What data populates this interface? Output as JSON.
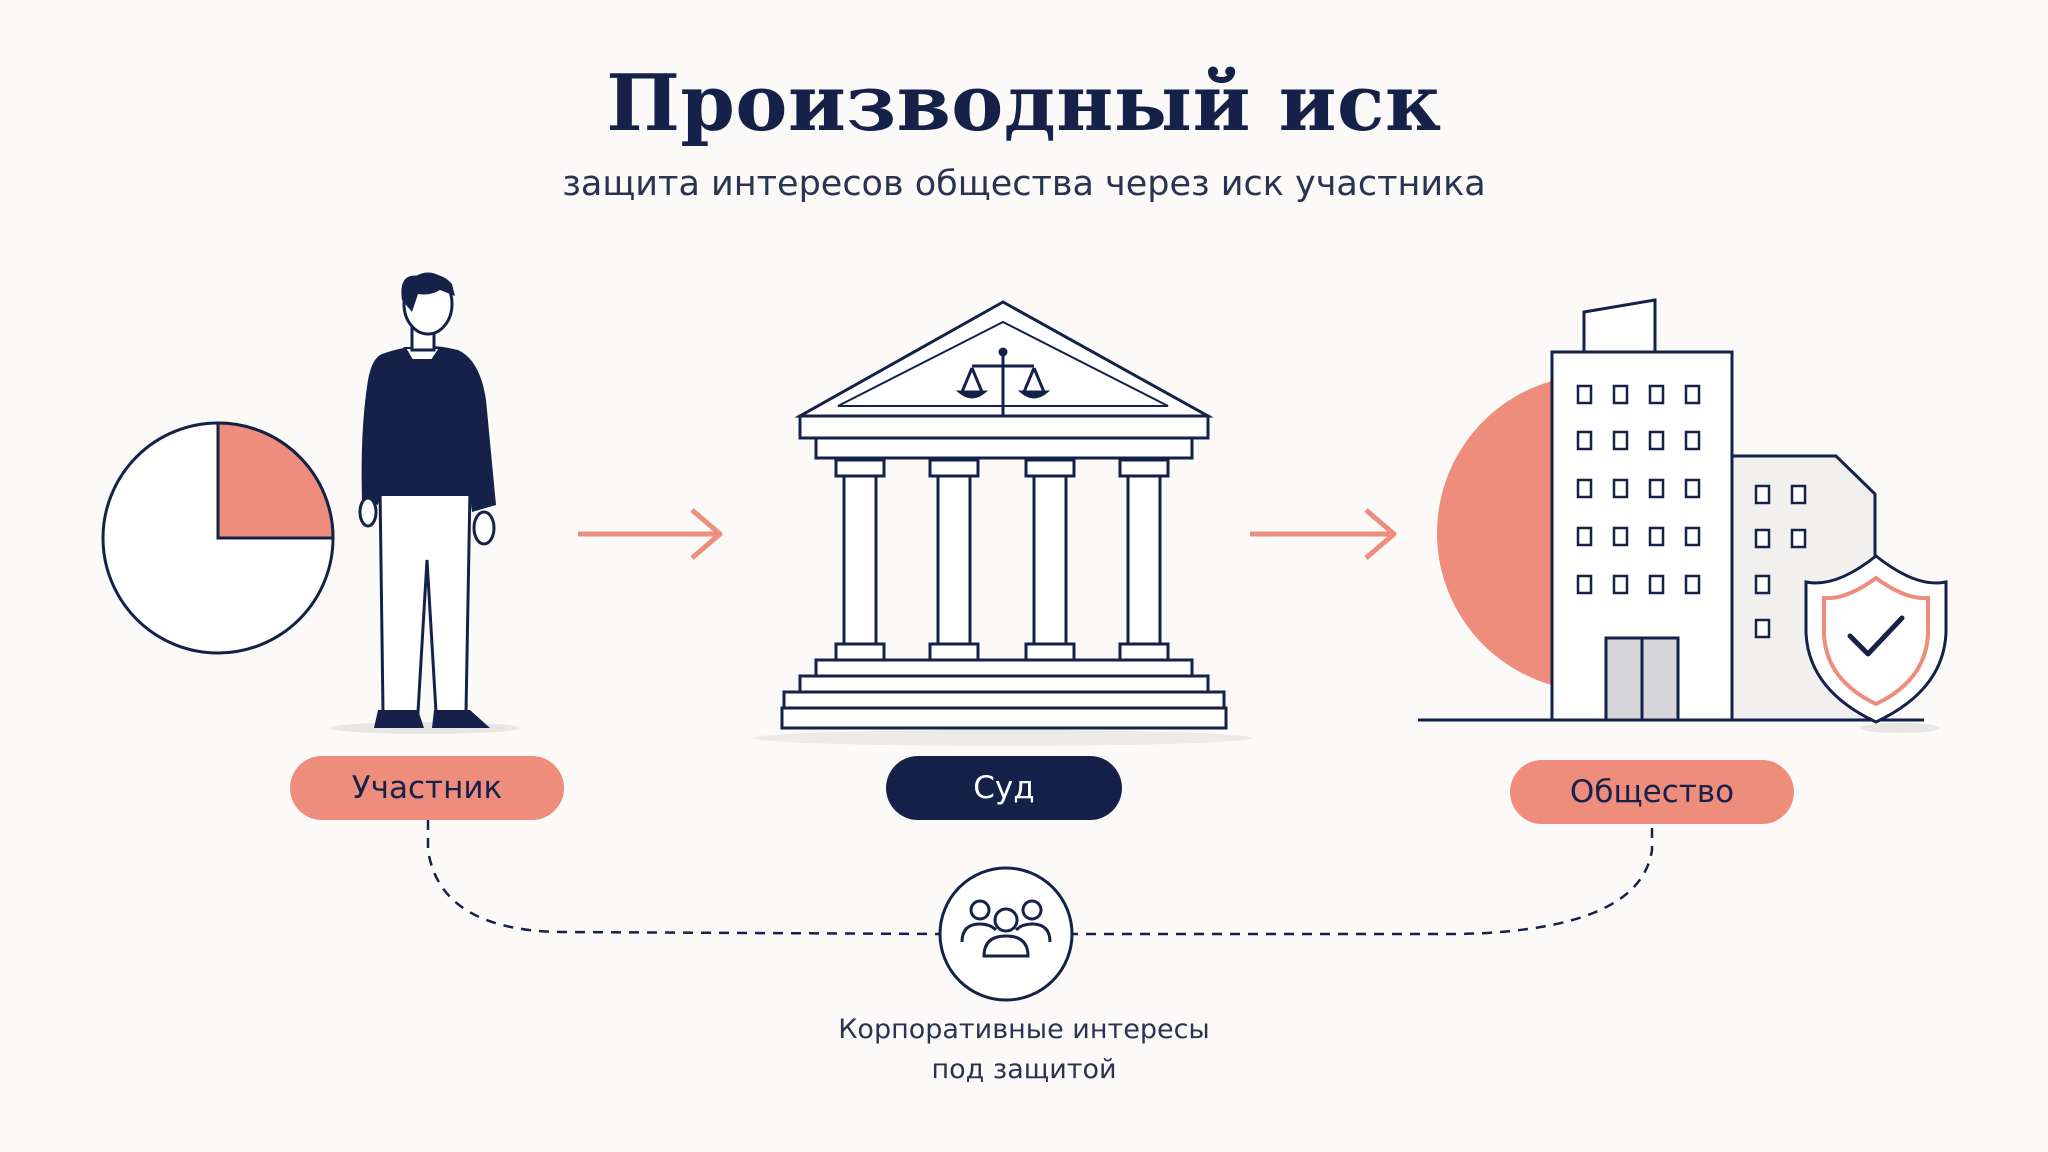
{
  "title": "Производный иск",
  "subtitle": "защита интересов общества через иск участника",
  "nodes": {
    "participant": "Участник",
    "court": "Суд",
    "company": "Общество"
  },
  "caption": {
    "line1": "Корпоративные интересы",
    "line2": "под защитой"
  },
  "icons": {
    "share": "pie-share-icon",
    "person": "person-figure-icon",
    "court": "courthouse-icon",
    "scales": "scales-icon",
    "building": "office-building-icon",
    "shield": "shield-check-icon",
    "group": "group-people-icon"
  },
  "colors": {
    "navy": "#16214a",
    "coral": "#ee8d7c",
    "background": "#fbfaf8"
  }
}
